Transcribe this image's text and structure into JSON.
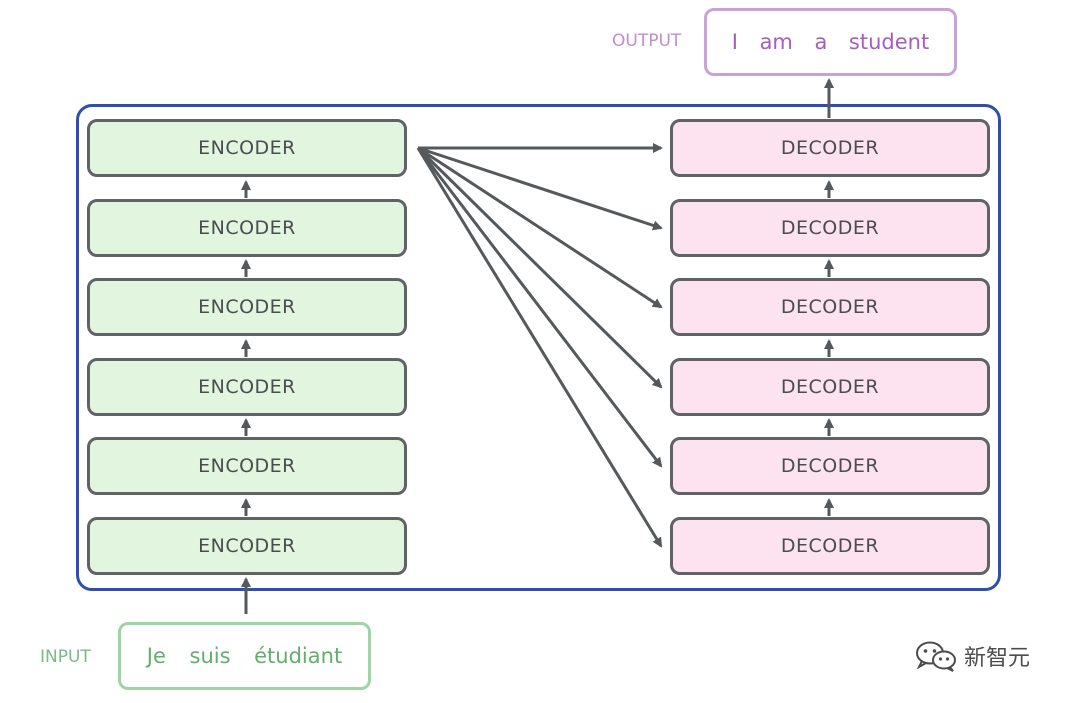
{
  "diagram": {
    "input": {
      "label": "INPUT",
      "words": [
        "Je",
        "suis",
        "étudiant"
      ]
    },
    "output": {
      "label": "OUTPUT",
      "words": [
        "I",
        "am",
        "a",
        "student"
      ]
    },
    "encoders": [
      "ENCODER",
      "ENCODER",
      "ENCODER",
      "ENCODER",
      "ENCODER",
      "ENCODER"
    ],
    "decoders": [
      "DECODER",
      "DECODER",
      "DECODER",
      "DECODER",
      "DECODER",
      "DECODER"
    ],
    "connections": "top encoder output feeds every decoder",
    "colors": {
      "container_border": "#2f4fb0",
      "encoder_fill": "#e2f5de",
      "decoder_fill": "#fde3ef",
      "block_border": "#5f6366",
      "input_color": "#5fb06b",
      "output_color": "#a65dc0"
    }
  },
  "watermark": {
    "icon": "wechat-icon",
    "text": "新智元"
  }
}
